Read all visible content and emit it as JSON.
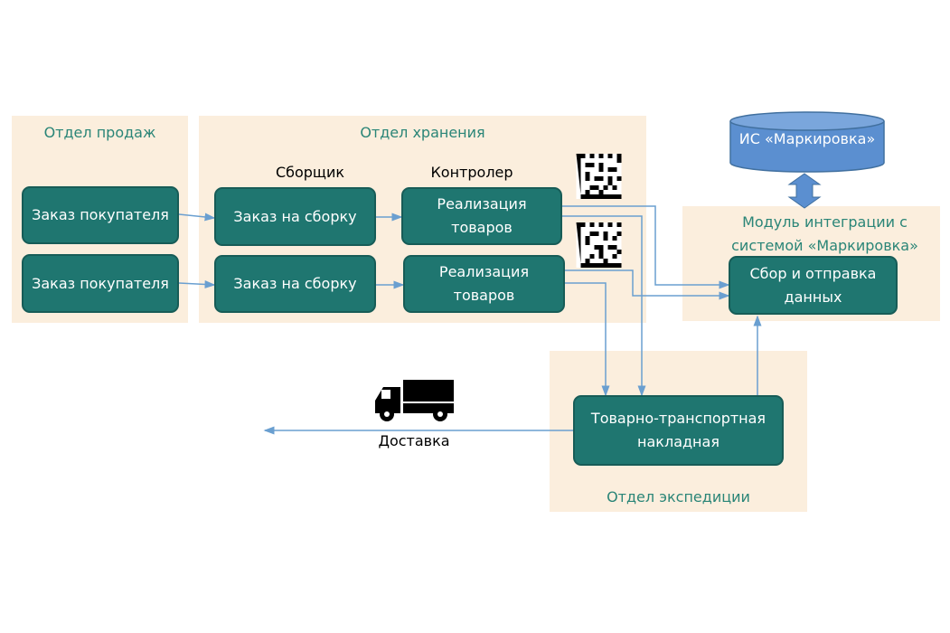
{
  "departments": {
    "sales": "Отдел продаж",
    "storage": "Отдел хранения",
    "integration": "Модуль интеграции с системой «Маркировка»",
    "expedition": "Отдел экспедиции"
  },
  "roles": {
    "picker": "Сборщик",
    "controller": "Контролер"
  },
  "boxes": {
    "order1": "Заказ покупателя",
    "order2": "Заказ покупателя",
    "assembly1": "Заказ на сборку",
    "assembly2": "Заказ на сборку",
    "sale1": "Реализация товаров",
    "sale2": "Реализация товаров",
    "collect": "Сбор и отправка данных",
    "waybill": "Товарно-транспортная накладная"
  },
  "database": "ИС «Маркировка»",
  "delivery": "Доставка",
  "colors": {
    "box": "#1f7670",
    "panel": "#fbeedd",
    "label": "#2a8577",
    "arrow": "#6a9fd0",
    "db": "#5b8fd0"
  }
}
